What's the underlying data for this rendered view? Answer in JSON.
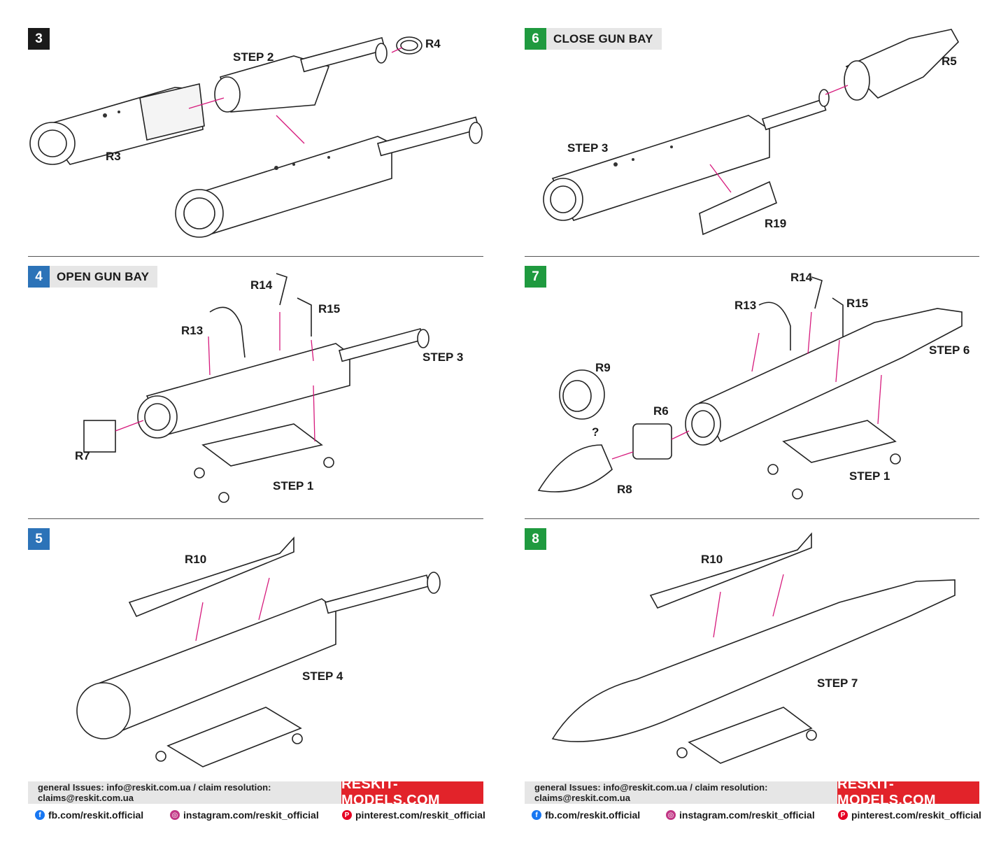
{
  "steps": [
    {
      "num": "3",
      "title": "",
      "color": "#1a1a1a"
    },
    {
      "num": "6",
      "title": "CLOSE GUN BAY",
      "color": "#1f9a3f"
    },
    {
      "num": "4",
      "title": "OPEN GUN BAY",
      "color": "#2c73b8"
    },
    {
      "num": "7",
      "title": "",
      "color": "#1f9a3f"
    },
    {
      "num": "5",
      "title": "",
      "color": "#2c73b8"
    },
    {
      "num": "8",
      "title": "",
      "color": "#1f9a3f"
    }
  ],
  "labels": {
    "s3_step2": "STEP 2",
    "s3_r4": "R4",
    "s3_r3": "R3",
    "s6_r5": "R5",
    "s6_step3": "STEP 3",
    "s6_r19": "R19",
    "s4_r14": "R14",
    "s4_r15": "R15",
    "s4_r13": "R13",
    "s4_step3": "STEP 3",
    "s4_r7": "R7",
    "s4_step1": "STEP 1",
    "s7_r14": "R14",
    "s7_r13": "R13",
    "s7_r15": "R15",
    "s7_step6": "STEP 6",
    "s7_r9": "R9",
    "s7_q": "?",
    "s7_r6": "R6",
    "s7_r8": "R8",
    "s7_step1": "STEP 1",
    "s5_r10": "R10",
    "s5_step4": "STEP 4",
    "s8_r10": "R10",
    "s8_step7": "STEP 7"
  },
  "footer": {
    "contact": "general Issues: info@reskit.com.ua / claim resolution: claims@reskit.com.ua",
    "brand": "RESKIT-MODELS.COM",
    "facebook": "fb.com/reskit.official",
    "instagram": "instagram.com/reskit_official",
    "pinterest": "pinterest.com/reskit_official"
  },
  "colors": {
    "leader": "#d6197c",
    "brand": "#e2232a",
    "facebook": "#1877f2",
    "instagram": "#c13584",
    "pinterest": "#e60023"
  },
  "icons": {
    "facebook": "facebook-icon",
    "instagram": "instagram-icon",
    "pinterest": "pinterest-icon"
  }
}
